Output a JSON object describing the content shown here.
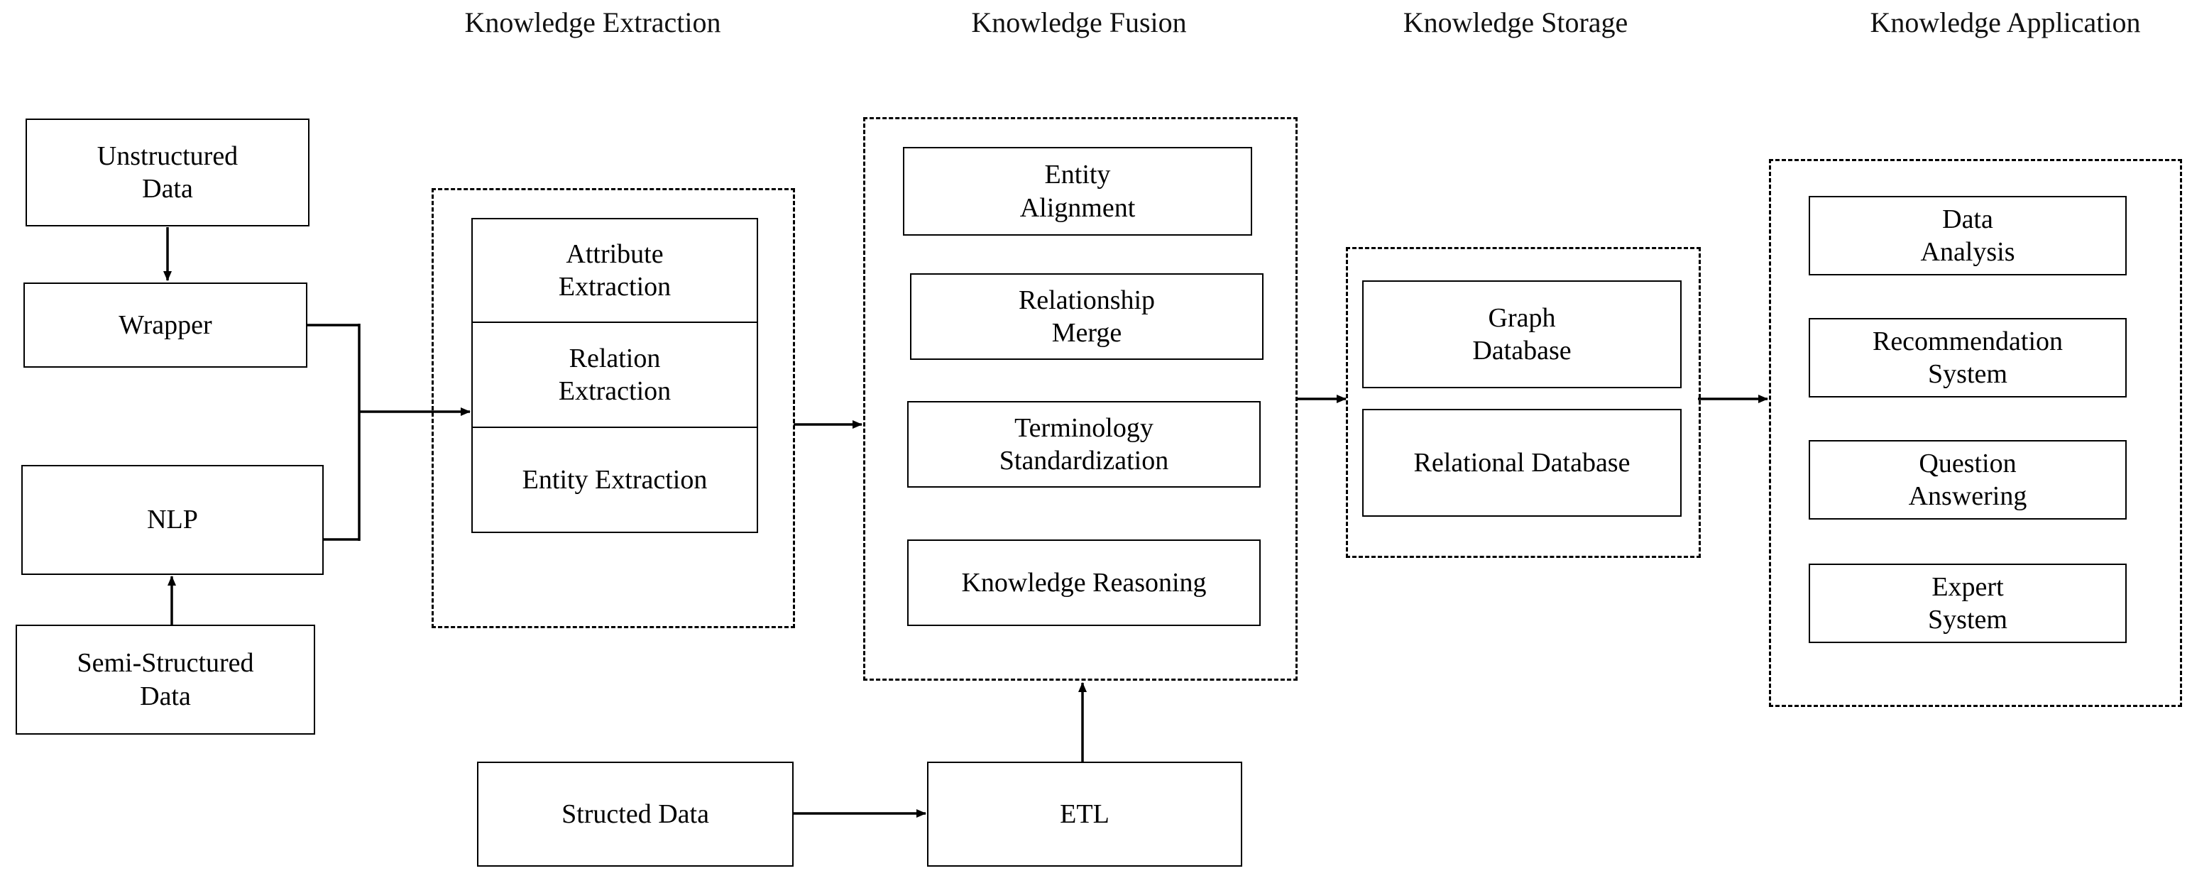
{
  "diagram": {
    "title_row": [
      {
        "id": "hdr-extraction",
        "label": "Knowledge Extraction"
      },
      {
        "id": "hdr-fusion",
        "label": "Knowledge Fusion"
      },
      {
        "id": "hdr-storage",
        "label": "Knowledge Storage"
      },
      {
        "id": "hdr-application",
        "label": "Knowledge Application"
      }
    ],
    "sources": {
      "unstructured_data": "Unstructured\nData",
      "unstructured_data_l1": "Unstructured",
      "unstructured_data_l2": "Data",
      "wrapper": "Wrapper",
      "nlp": "NLP",
      "semi_structured_l1": "Semi-Structured",
      "semi_structured_l2": "Data",
      "structed_data": "Structed Data",
      "etl": "ETL"
    },
    "extraction": {
      "group_label": "Knowledge Extraction",
      "items": [
        {
          "l1": "Attribute",
          "l2": "Extraction"
        },
        {
          "l1": "Relation",
          "l2": "Extraction"
        },
        {
          "l1": "Entity Extraction",
          "l2": ""
        }
      ]
    },
    "fusion": {
      "group_label": "Knowledge Fusion",
      "items": [
        {
          "l1": "Entity",
          "l2": "Alignment"
        },
        {
          "l1": "Relationship",
          "l2": "Merge"
        },
        {
          "l1": "Terminology",
          "l2": "Standardization"
        },
        {
          "l1": "Knowledge Reasoning",
          "l2": ""
        }
      ]
    },
    "storage": {
      "group_label": "Knowledge Storage",
      "items": [
        {
          "l1": "Graph",
          "l2": "Database"
        },
        {
          "l1": "Relational Database",
          "l2": ""
        }
      ]
    },
    "application": {
      "group_label": "Knowledge Application",
      "items": [
        {
          "l1": "Data",
          "l2": "Analysis"
        },
        {
          "l1": "Recommendation",
          "l2": "System"
        },
        {
          "l1": "Question",
          "l2": "Answering"
        },
        {
          "l1": "Expert",
          "l2": "System"
        }
      ]
    },
    "colors": {
      "stroke": "#000000",
      "background": "#ffffff"
    }
  }
}
